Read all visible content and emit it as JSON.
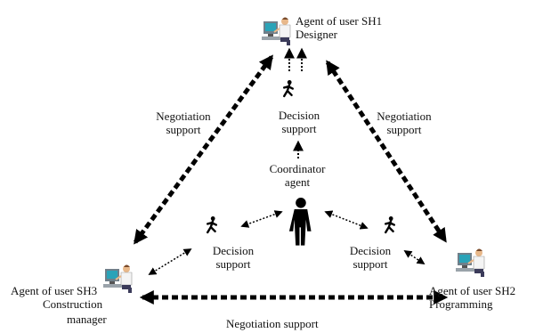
{
  "agents": {
    "sh1": {
      "title": "Agent of user SH1",
      "role": "Designer"
    },
    "sh2": {
      "title": "Agent of user SH2",
      "role": "Programming"
    },
    "sh3": {
      "title": "Agent of user SH3",
      "role_line1": "Construction",
      "role_line2": "manager"
    }
  },
  "coordinator": {
    "line1": "Coordinator",
    "line2": "agent"
  },
  "decision_support": {
    "top": {
      "line1": "Decision",
      "line2": "support"
    },
    "left": {
      "line1": "Decision",
      "line2": "support"
    },
    "right": {
      "line1": "Decision",
      "line2": "support"
    }
  },
  "negotiation": {
    "left": {
      "line1": "Negotiation",
      "line2": "support"
    },
    "right": {
      "line1": "Negotiation",
      "line2": "support"
    },
    "bottom": {
      "text": "Negotiation  support"
    }
  },
  "icons": {
    "user_workstation": "person-at-computer-icon",
    "decision_agent": "running-figure-icon",
    "coordinator_agent": "standing-figure-icon"
  },
  "colors": {
    "arrow": "#000000",
    "text": "#111111"
  }
}
